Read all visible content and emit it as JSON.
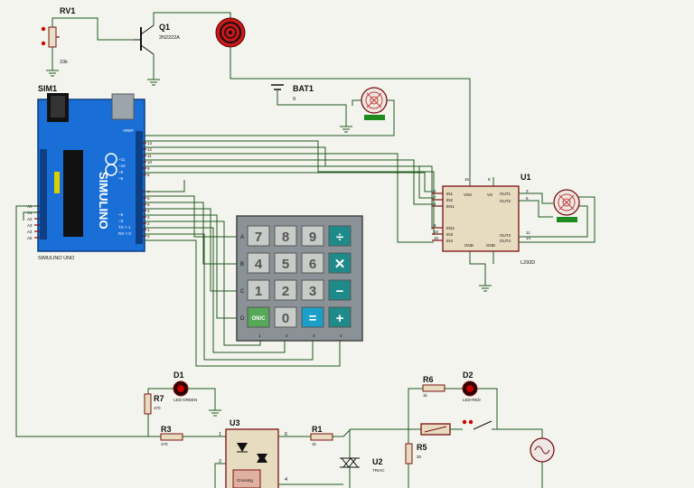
{
  "rv1": {
    "ref": "RV1",
    "value": "10k"
  },
  "q1": {
    "ref": "Q1",
    "part": "2N2222A"
  },
  "bat1": {
    "ref": "BAT1",
    "value": "9"
  },
  "sim1": {
    "ref": "SIM1",
    "name": "SIMULINO UNO",
    "brand": "SIMULINO",
    "aref": "AREF",
    "digital_pins": [
      "13",
      "12",
      "11",
      "10",
      "9",
      "8",
      "7",
      "6",
      "5",
      "4",
      "3",
      "2",
      "1",
      "0"
    ],
    "digital_labels": [
      "~11",
      "~10",
      "~9",
      "~6",
      "~5",
      "~3",
      "TX > 1",
      "RX < 0"
    ],
    "analog_pins": [
      "A0",
      "A1",
      "A2",
      "A3",
      "A4",
      "A5"
    ]
  },
  "u1": {
    "ref": "U1",
    "part": "L293D",
    "left_pins": [
      {
        "num": "2",
        "name": "IN1"
      },
      {
        "num": "7",
        "name": "IN2"
      },
      {
        "num": "1",
        "name": "EN1"
      },
      {
        "num": "9",
        "name": "EN2"
      },
      {
        "num": "10",
        "name": "IN3"
      },
      {
        "num": "15",
        "name": "IN4"
      }
    ],
    "top_pins": [
      {
        "num": "16",
        "name": "VSS"
      },
      {
        "num": "8",
        "name": "VS"
      }
    ],
    "right_pins": [
      {
        "num": "3",
        "name": "OUT1"
      },
      {
        "num": "6",
        "name": "OUT2"
      },
      {
        "num": "11",
        "name": "OUT3"
      },
      {
        "num": "14",
        "name": "OUT4"
      }
    ],
    "bottom_labels": [
      "GND",
      "GND"
    ]
  },
  "keypad": {
    "rows": [
      "A",
      "B",
      "C",
      "D"
    ],
    "keys": [
      [
        "7",
        "8",
        "9",
        "÷"
      ],
      [
        "4",
        "5",
        "6",
        "✕"
      ],
      [
        "1",
        "2",
        "3",
        "−"
      ],
      [
        "ON/C",
        "0",
        "=",
        "+"
      ]
    ],
    "cols": [
      "1",
      "2",
      "3",
      "4"
    ]
  },
  "d1": {
    "ref": "D1",
    "part": "LED-GREEN"
  },
  "r7": {
    "ref": "R7",
    "value": "470"
  },
  "r3": {
    "ref": "R3",
    "value": "470"
  },
  "u3": {
    "ref": "U3",
    "pins": [
      "1",
      "2",
      "6",
      "4"
    ],
    "inner": "Crossing"
  },
  "r1": {
    "ref": "R1",
    "value": "1k"
  },
  "u2": {
    "ref": "U2",
    "part": "TRIAC"
  },
  "r6": {
    "ref": "R6",
    "value": "1k"
  },
  "d2": {
    "ref": "D2",
    "part": "LED-RED"
  },
  "r5": {
    "ref": "R5",
    "value": "30"
  },
  "colors": {
    "board": "#1a6fd6",
    "wire": "#1e5a1e",
    "pin": "#7a1010",
    "keypad": "#8a9298",
    "key_op": "#1f8a8a",
    "motor_base": "#1f8a1f"
  }
}
